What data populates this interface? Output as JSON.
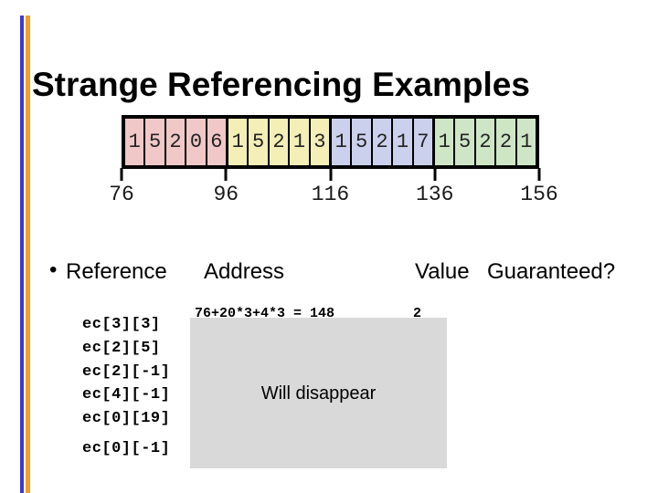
{
  "slide": {
    "title": "Strange Referencing Examples",
    "accent_colors": {
      "blue_bar": "#3c3cc8",
      "orange_bar": "#f0a028"
    },
    "background": "#ffffff"
  },
  "array_diagram": {
    "groups": [
      {
        "name": "group-0",
        "color": "#f0c8c8",
        "values": [
          "1",
          "5",
          "2",
          "0",
          "6"
        ]
      },
      {
        "name": "group-1",
        "color": "#f3efb7",
        "values": [
          "1",
          "5",
          "2",
          "1",
          "3"
        ]
      },
      {
        "name": "group-2",
        "color": "#cbd1ec",
        "values": [
          "1",
          "5",
          "2",
          "1",
          "7"
        ]
      },
      {
        "name": "group-3",
        "color": "#cee6c6",
        "values": [
          "1",
          "5",
          "2",
          "2",
          "1"
        ]
      }
    ],
    "address_labels": [
      "76",
      "96",
      "116",
      "136",
      "156"
    ]
  },
  "table": {
    "bullet": "•",
    "headers": {
      "reference": "Reference",
      "address": "Address",
      "value": "Value",
      "guaranteed": "Guaranteed?"
    },
    "first_row": {
      "address_expr": "76+20*3+4*3 = 148",
      "value": "2"
    },
    "references": [
      "ec[3][3]",
      "ec[2][5]",
      "ec[2][-1]",
      "ec[4][-1]",
      "ec[0][19]",
      "ec[0][-1]"
    ]
  },
  "overlay": {
    "label": "Will disappear",
    "color": "#d9d9d9"
  }
}
